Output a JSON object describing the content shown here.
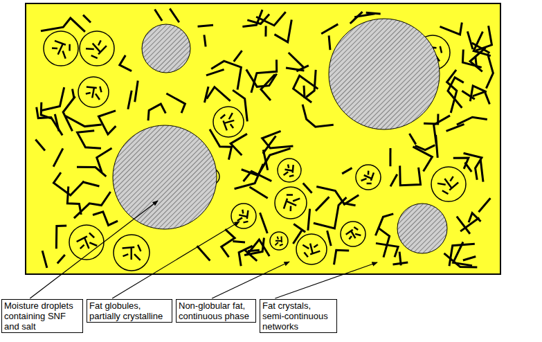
{
  "diagram": {
    "nodes": [
      {
        "text": [
          "Moisture droplets containing SNF and salt"
        ]
      },
      {
        "text": [
          "Fat globules, partially crystalline"
        ]
      },
      {
        "text": [
          "Non-globular fat, continuous phase"
        ]
      },
      {
        "text": [
          "Fat crystals, semi-continuous networks"
        ]
      }
    ]
  }
}
